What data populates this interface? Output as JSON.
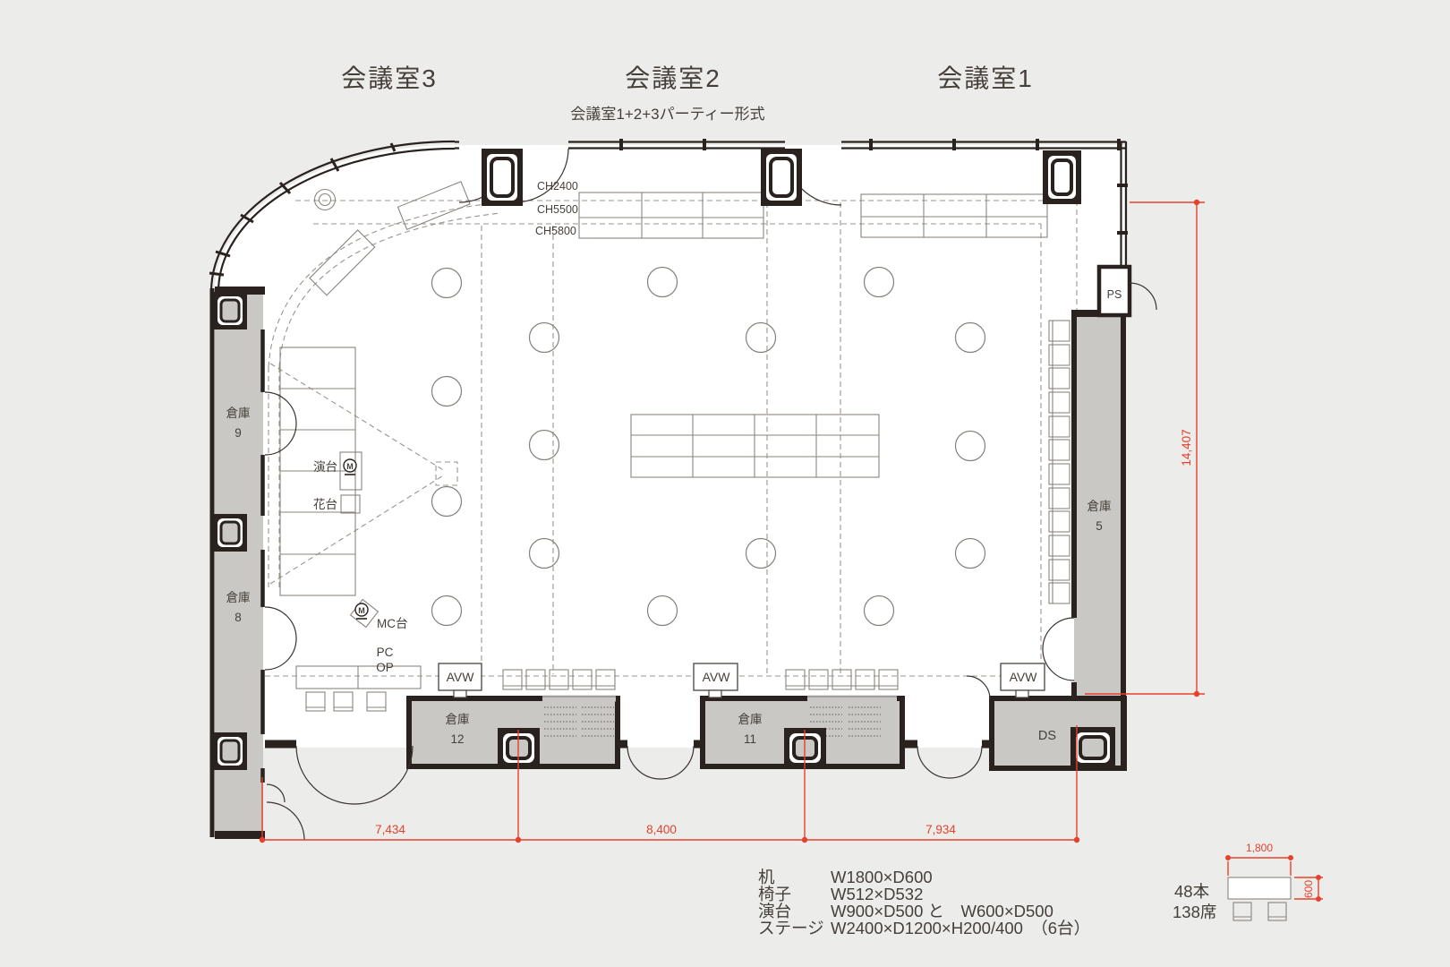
{
  "titles": {
    "room3": "会議室3",
    "room2": "会議室2",
    "room1": "会議室1",
    "subtitle": "会議室1+2+3パーティー形式"
  },
  "ceiling": {
    "ch1": "CH2400",
    "ch2": "CH5500",
    "ch3": "CH5800"
  },
  "rooms": {
    "souko9": {
      "name": "倉庫",
      "num": "9"
    },
    "souko8": {
      "name": "倉庫",
      "num": "8"
    },
    "souko5": {
      "name": "倉庫",
      "num": "5"
    },
    "souko12": {
      "name": "倉庫",
      "num": "12"
    },
    "souko11": {
      "name": "倉庫",
      "num": "11"
    },
    "ds": "DS",
    "ps": "PS"
  },
  "labels": {
    "endai": "演台",
    "kadai": "花台",
    "mc": "MC台",
    "pc": "PC",
    "op": "OP",
    "avw": "AVW",
    "mic": "M"
  },
  "dims": {
    "height": "14,407",
    "w3": "7,434",
    "w2": "8,400",
    "w1": "7,934",
    "table_w": "1,800",
    "table_d": "600"
  },
  "counts": {
    "tables": "48本",
    "seats": "138席"
  },
  "specs": {
    "desk_label": "机",
    "desk_value": "W1800×D600",
    "chair_label": "椅子",
    "chair_value": "W512×D532",
    "endai_label": "演台",
    "endai_value": "W900×D500 と　W600×D500",
    "stage_label": "ステージ",
    "stage_value": "W2400×D1200×H200/400　（6台）"
  },
  "colors": {
    "dimension": "#e8402a",
    "wall": "#2a221e",
    "storage": "#c9c8c5",
    "background": "#ecedeb"
  }
}
